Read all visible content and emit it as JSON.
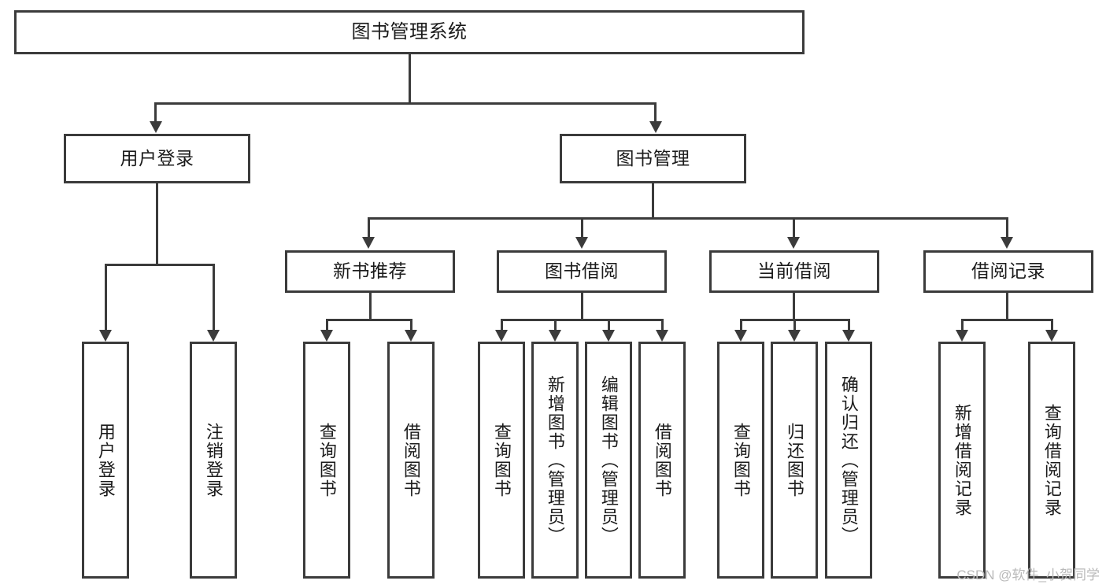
{
  "diagram": {
    "type": "tree-hierarchy",
    "title": "图书管理系统",
    "watermark": "CSDN @软件_小贺同学",
    "colors": {
      "stroke": "#3b3b3b",
      "fill": "#ffffff",
      "text": "#1b1b1b",
      "watermark": "#b9b9b9"
    },
    "levels": [
      {
        "level": 1,
        "nodes": [
          {
            "id": "root",
            "label": "图书管理系统",
            "orientation": "horizontal"
          }
        ]
      },
      {
        "level": 2,
        "nodes": [
          {
            "id": "user-login",
            "label": "用户登录",
            "orientation": "horizontal",
            "parent": "root"
          },
          {
            "id": "book-manage",
            "label": "图书管理",
            "orientation": "horizontal",
            "parent": "root"
          }
        ]
      },
      {
        "level": 3,
        "nodes": [
          {
            "id": "new-book-rec",
            "label": "新书推荐",
            "orientation": "horizontal",
            "parent": "book-manage"
          },
          {
            "id": "book-borrow",
            "label": "图书借阅",
            "orientation": "horizontal",
            "parent": "book-manage"
          },
          {
            "id": "current-borrow",
            "label": "当前借阅",
            "orientation": "horizontal",
            "parent": "book-manage"
          },
          {
            "id": "borrow-record",
            "label": "借阅记录",
            "orientation": "horizontal",
            "parent": "book-manage"
          }
        ]
      },
      {
        "level": 4,
        "nodes": [
          {
            "id": "leaf-1",
            "label": "用户登录",
            "orientation": "vertical",
            "parent": "user-login"
          },
          {
            "id": "leaf-2",
            "label": "注销登录",
            "orientation": "vertical",
            "parent": "user-login"
          },
          {
            "id": "leaf-3",
            "label": "查询图书",
            "orientation": "vertical",
            "parent": "new-book-rec"
          },
          {
            "id": "leaf-4",
            "label": "借阅图书",
            "orientation": "vertical",
            "parent": "new-book-rec"
          },
          {
            "id": "leaf-5",
            "label": "查询图书",
            "orientation": "vertical",
            "parent": "book-borrow"
          },
          {
            "id": "leaf-6",
            "label": "新增图书（管理员）",
            "orientation": "vertical",
            "parent": "book-borrow"
          },
          {
            "id": "leaf-7",
            "label": "编辑图书（管理员）",
            "orientation": "vertical",
            "parent": "book-borrow"
          },
          {
            "id": "leaf-8",
            "label": "借阅图书",
            "orientation": "vertical",
            "parent": "book-borrow"
          },
          {
            "id": "leaf-9",
            "label": "查询图书",
            "orientation": "vertical",
            "parent": "current-borrow"
          },
          {
            "id": "leaf-10",
            "label": "归还图书",
            "orientation": "vertical",
            "parent": "current-borrow"
          },
          {
            "id": "leaf-11",
            "label": "确认归还（管理员）",
            "orientation": "vertical",
            "parent": "current-borrow"
          },
          {
            "id": "leaf-12",
            "label": "新增借阅记录",
            "orientation": "vertical",
            "parent": "borrow-record"
          },
          {
            "id": "leaf-13",
            "label": "查询借阅记录",
            "orientation": "vertical",
            "parent": "borrow-record"
          }
        ]
      }
    ]
  }
}
